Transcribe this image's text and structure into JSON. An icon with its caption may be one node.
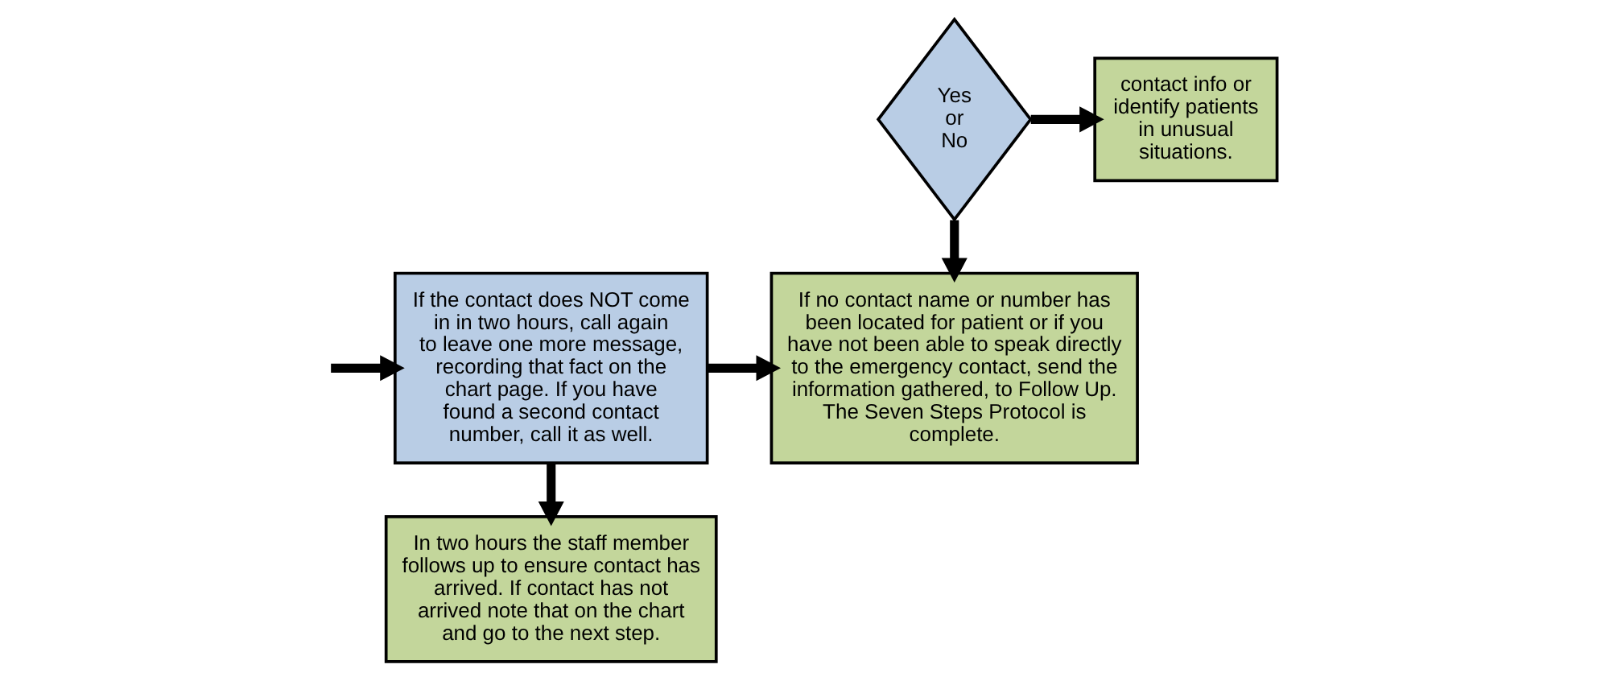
{
  "diagram": {
    "nodes": [
      {
        "text": [
          "If the contact does NOT come in in two hours, call again to leave one more message, recording that fact on the chart page. If you have found a second contact number, call it as well."
        ]
      },
      {
        "text": [
          "In two hours the staff member follows up to ensure contact has  arrived. If contact has not arrived note that on the chart and go to the next step."
        ]
      },
      {
        "text": [
          "Yes or No"
        ]
      },
      {
        "text": [
          "contact info or identify patients in unusual situations."
        ]
      },
      {
        "text": [
          "If no contact name or number has been located for patient or if you have not been able to speak directly to the emergency contact, send the information gathered, to Follow Up.   The Seven Steps Protocol is complete."
        ]
      }
    ],
    "edges": [
      {
        "from": null,
        "to": 0,
        "arrow": "to"
      },
      {
        "from": 0,
        "to": 1,
        "arrow": "to"
      },
      {
        "from": 0,
        "to": 4,
        "arrow": "to"
      },
      {
        "from": 2,
        "to": 3,
        "arrow": "to"
      },
      {
        "from": 2,
        "to": 4,
        "arrow": "to"
      }
    ]
  }
}
